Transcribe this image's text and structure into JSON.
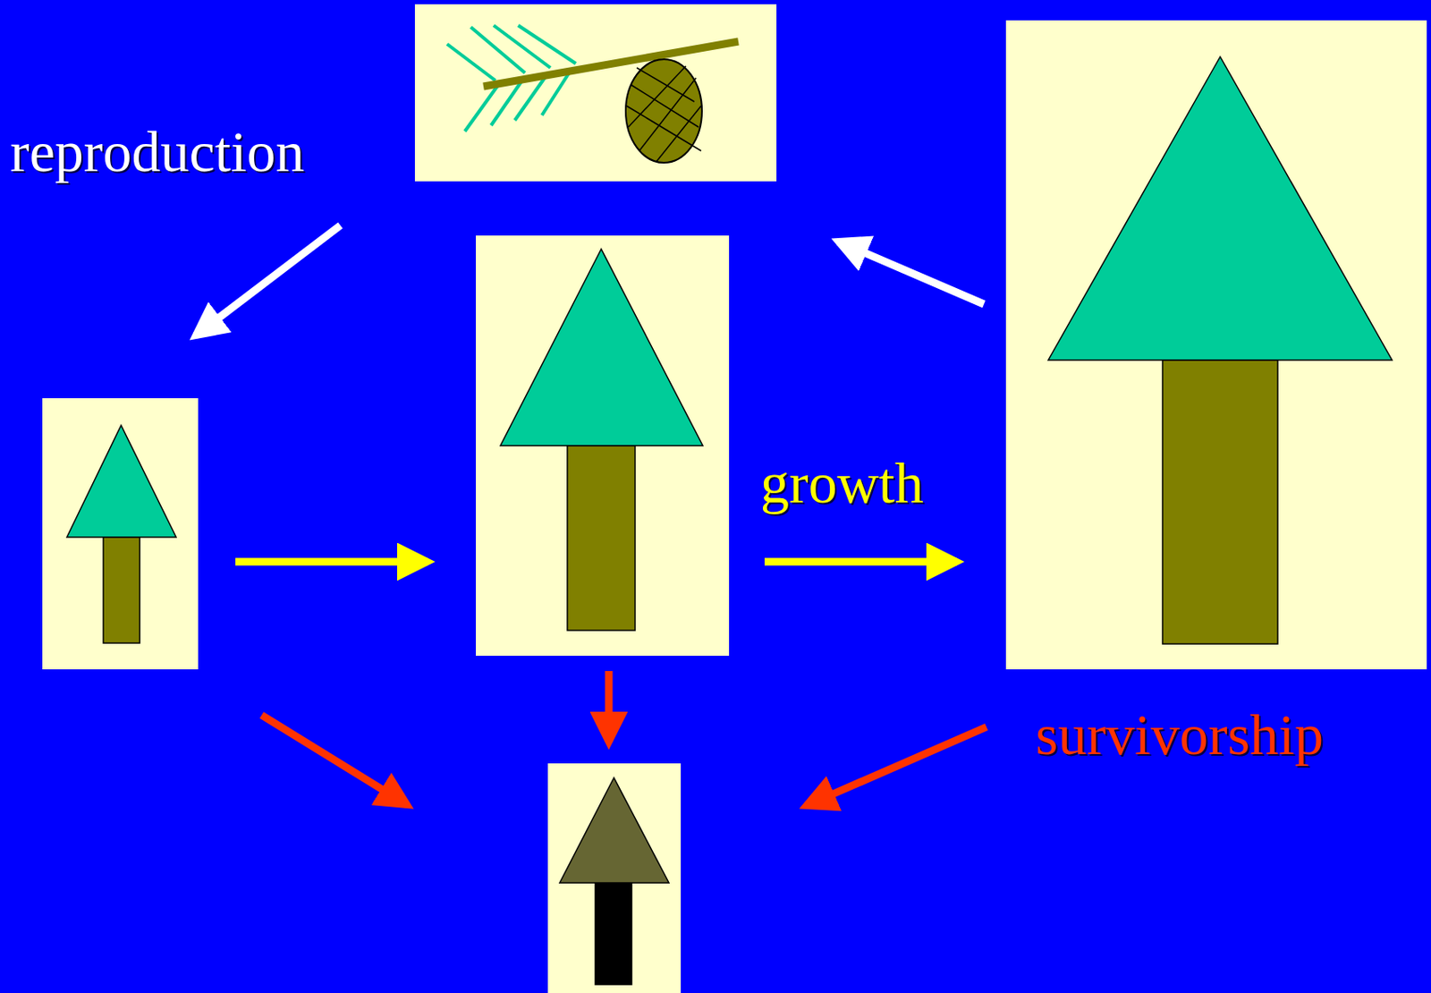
{
  "diagram": {
    "labels": [
      "reproduction",
      "growth",
      "survivorship"
    ]
  }
}
